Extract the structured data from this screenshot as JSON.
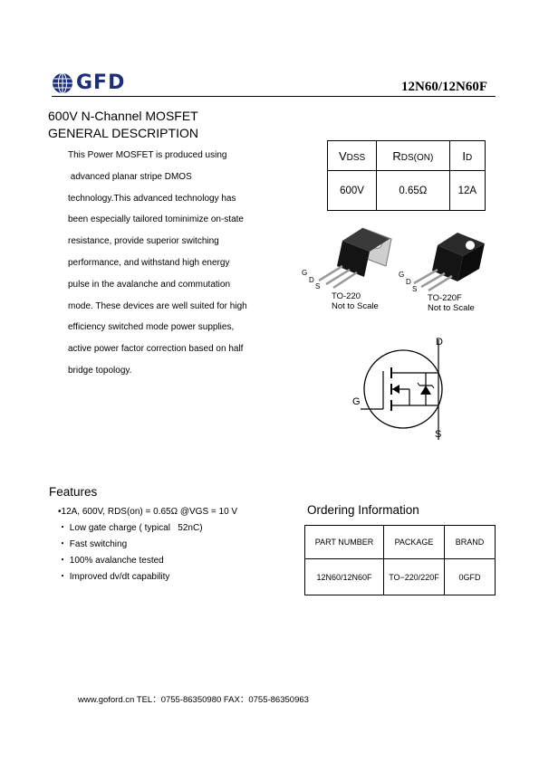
{
  "header": {
    "logo_text": "GFD",
    "part_number": "12N60/12N60F",
    "brand_color": "#1d2f7a"
  },
  "title": {
    "line1": "600V N-Channel MOSFET",
    "line2": "GENERAL DESCRIPTION"
  },
  "description": [
    "This Power MOSFET is produced using",
    " advanced planar stripe DMOS",
    "technology.This advanced technology has",
    "been especially tailored tominimize on-state",
    "resistance, provide superior switching",
    "performance, and withstand high energy",
    "pulse in the avalanche and commutation",
    "mode. These devices are well suited for high",
    "efficiency switched mode power supplies,",
    "active power factor correction based on half",
    "bridge topology."
  ],
  "spec_table": {
    "headers": [
      {
        "main": "V",
        "sub": "DSS"
      },
      {
        "main": "R",
        "sub": "DS(ON)"
      },
      {
        "main": "I",
        "sub": "D"
      }
    ],
    "values": [
      "600V",
      "0.65Ω",
      "12A"
    ]
  },
  "packages": [
    {
      "name": "TO-220",
      "note": "Not to Scale",
      "pins": [
        "G",
        "D",
        "S"
      ]
    },
    {
      "name": "TO-220F",
      "note": "Not to Scale",
      "pins": [
        "G",
        "D",
        "S"
      ]
    }
  ],
  "schematic": {
    "gate": "G",
    "drain": "D",
    "source": "S"
  },
  "features": {
    "title": "Features",
    "items": [
      "•12A, 600V, RDS(on) = 0.65Ω @VGS = 10 V",
      "・ Low gate charge ( typical   52nC)",
      "・ Fast switching",
      "・ 100% avalanche tested",
      "・ Improved dv/dt capability"
    ]
  },
  "ordering": {
    "title": "Ordering Information",
    "headers": [
      "PART NUMBER",
      "PACKAGE",
      "BRAND"
    ],
    "row": [
      "12N60/12N60F",
      "TO−220/220F",
      "0GFD"
    ]
  },
  "footer": {
    "text": "www.goford.cn  TEL：0755-86350980  FAX：0755-86350963"
  }
}
